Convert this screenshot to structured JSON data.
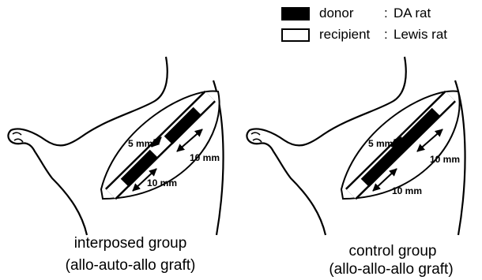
{
  "legend": {
    "items": [
      {
        "swatch": "filled",
        "role": "donor",
        "strain": "DA rat",
        "swatch_color": "#000000"
      },
      {
        "swatch": "empty",
        "role": "recipient",
        "strain": "Lewis rat",
        "swatch_color": "#ffffff"
      }
    ],
    "separator": ":"
  },
  "panels": [
    {
      "caption_line1": "interposed group",
      "caption_line2": "(allo-auto-allo graft)",
      "measurements": [
        "5 mm",
        "10 mm",
        "10 mm"
      ]
    },
    {
      "caption_line1": "control group",
      "caption_line2": "(allo-allo-allo graft)",
      "measurements": [
        "5 mm",
        "10 mm",
        "10 mm"
      ]
    }
  ]
}
